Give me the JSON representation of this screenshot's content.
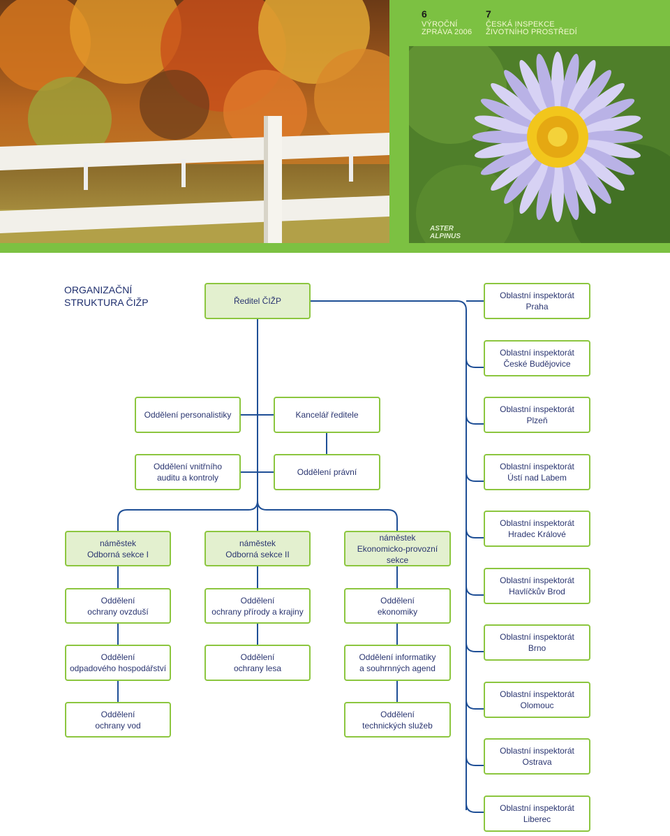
{
  "header": {
    "left_page_number": "6",
    "left_line1": "VÝROČNÍ",
    "left_line2": "ZPRÁVA 2006",
    "right_page_number": "7",
    "right_line1": "ČESKÁ INSPEKCE",
    "right_line2": "ŽIVOTNÍHO PROSTŘEDÍ"
  },
  "caption": {
    "line1": "ASTER",
    "line2": "ALPINUS"
  },
  "title": {
    "line1": "ORGANIZAČNÍ",
    "line2": "STRUKTURA ČIŽP"
  },
  "boxes": {
    "director": {
      "line1": "Ředitel ČIŽP"
    },
    "personnel": {
      "line1": "Oddělení personalistiky"
    },
    "office": {
      "line1": "Kancelář ředitele"
    },
    "audit": {
      "line1": "Oddělení vnitřního",
      "line2": "auditu a kontroly"
    },
    "legal": {
      "line1": "Oddělení právní"
    },
    "deputy1": {
      "line1": "náměstek",
      "line2": "Odborná sekce I"
    },
    "deputy2": {
      "line1": "náměstek",
      "line2": "Odborná sekce II"
    },
    "deputy3": {
      "line1": "náměstek",
      "line2": "Ekonomicko-provozní sekce"
    },
    "air": {
      "line1": "Oddělení",
      "line2": "ochrany ovzduší"
    },
    "waste": {
      "line1": "Oddělení",
      "line2": "odpadového hospodářství"
    },
    "water": {
      "line1": "Oddělení",
      "line2": "ochrany vod"
    },
    "nature": {
      "line1": "Oddělení",
      "line2": "ochrany přírody a krajiny"
    },
    "forest": {
      "line1": "Oddělení",
      "line2": "ochrany lesa"
    },
    "economy": {
      "line1": "Oddělení",
      "line2": "ekonomiky"
    },
    "it": {
      "line1": "Oddělení informatiky",
      "line2": "a souhrnných agend"
    },
    "tech": {
      "line1": "Oddělení",
      "line2": "technických služeb"
    }
  },
  "regional_label": "Oblastní inspektorát",
  "regional": [
    "Praha",
    "České Budějovice",
    "Plzeň",
    "Ústí nad Labem",
    "Hradec Králové",
    "Havlíčkův Brod",
    "Brno",
    "Olomouc",
    "Ostrava",
    "Liberec"
  ],
  "colors": {
    "green_frame": "#7cc142",
    "box_border": "#8cc63f",
    "box_fill_highlight": "#e3f0cf",
    "connector": "#1f4f96",
    "text": "#2a3570"
  }
}
